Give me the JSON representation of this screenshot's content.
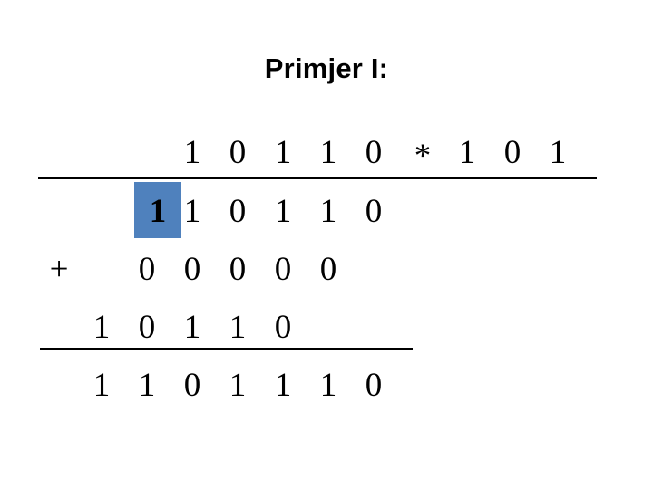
{
  "slide": {
    "title": "Primjer I:",
    "background_color": "#FFFFFF",
    "text_color": "#000000",
    "highlight_color": "#4F81BD"
  },
  "calculation": {
    "description": "binary long multiplication",
    "operand_row": {
      "multiplicand": [
        "1",
        "0",
        "1",
        "1",
        "0"
      ],
      "operator": "*",
      "multiplier": [
        "1",
        "0",
        "1"
      ]
    },
    "partial_products": [
      {
        "carry_digit": "1",
        "carry_highlighted": true,
        "digits": [
          "1",
          "0",
          "1",
          "1",
          "0"
        ]
      },
      {
        "operator": "+",
        "digits": [
          "0",
          "0",
          "0",
          "0",
          "0"
        ]
      },
      {
        "digits": [
          "1",
          "0",
          "1",
          "1",
          "0"
        ]
      }
    ],
    "result": [
      "1",
      "1",
      "0",
      "1",
      "1",
      "1",
      "0"
    ]
  }
}
